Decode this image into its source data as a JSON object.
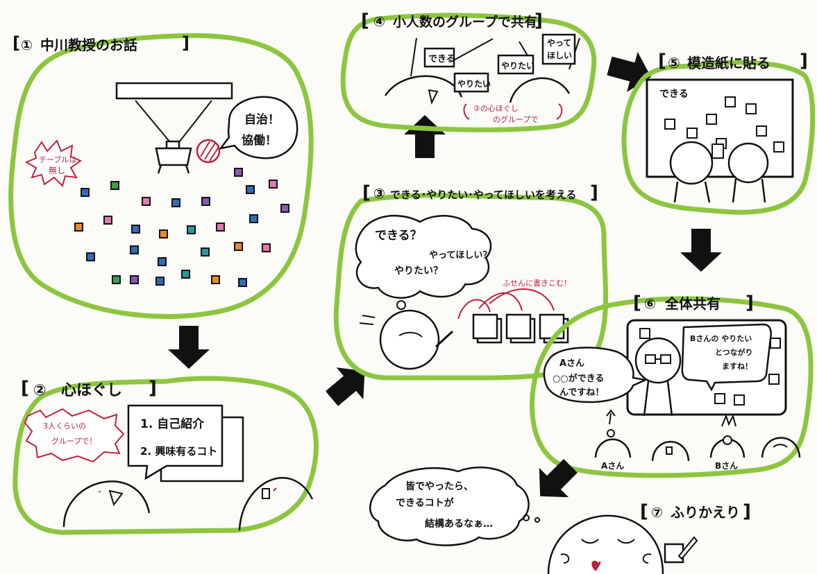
{
  "colors": {
    "blob": "#8cc63f",
    "ink": "#111111",
    "red": "#c0203a",
    "paper": "#fbfbf8",
    "stickies": [
      "#2f6db5",
      "#3aa04a",
      "#e07ab0",
      "#8a58b0",
      "#e88a2a",
      "#2a9a9a"
    ]
  },
  "steps": [
    {
      "num": "①",
      "title": "中川教授のお話"
    },
    {
      "num": "②",
      "title": "心ほぐし"
    },
    {
      "num": "③",
      "title": "できる･やりたい･やってほしいを考える"
    },
    {
      "num": "④",
      "title": "小人数のグループで共有"
    },
    {
      "num": "⑤",
      "title": "模造紙に貼る"
    },
    {
      "num": "⑥",
      "title": "全体共有"
    },
    {
      "num": "⑦",
      "title": "ふりかえり"
    }
  ],
  "step1": {
    "bubble_line1": "自治！",
    "bubble_line2": "協働！",
    "red_note_line1": "テーブルは",
    "red_note_line2": "無し"
  },
  "step2": {
    "red_note_line1": "3人くらいの",
    "red_note_line2": "グループで！",
    "list_item1": "1. 自己紹介",
    "list_item2": "2. 興味有るコト"
  },
  "step3": {
    "thought1": "できる？",
    "thought2": "やってほしい？",
    "thought3": "やりたい？",
    "red_note": "ふせんに書きこむ！"
  },
  "step4": {
    "card1": "できる",
    "card2": "やりたい",
    "card3": "やりたい",
    "card4_line1": "やって",
    "card4_line2": "ほしい",
    "red_note_line1": "②の心ほぐし",
    "red_note_line2": "のグループで"
  },
  "step5": {
    "board_label": "できる"
  },
  "step6": {
    "bubble_left_line1": "Aさん",
    "bubble_left_line2": "○○ができる",
    "bubble_left_line3": "んですね！",
    "bubble_right_line1": "Bさんの やりたい",
    "bubble_right_line2": "とつながり",
    "bubble_right_line3": "ますね！",
    "person_a": "Aさん",
    "person_b": "Bさん"
  },
  "step7": {
    "thought_line1": "皆でやったら、",
    "thought_line2": "できるコトが",
    "thought_line3": "結構あるなぁ…"
  }
}
